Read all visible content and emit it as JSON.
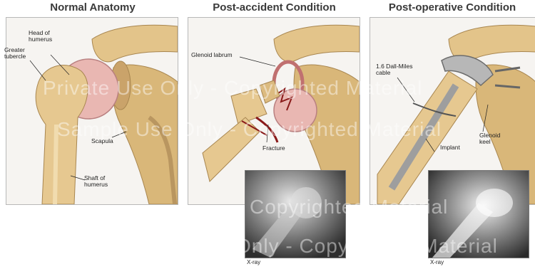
{
  "titles": {
    "normal": "Normal Anatomy",
    "post_accident": "Post-accident Condition",
    "post_operative": "Post-operative Condition"
  },
  "labels": {
    "head_of_humerus": "Head of\nhumerus",
    "greater_tubercle": "Greater\ntubercle",
    "scapula": "Scapula",
    "shaft_of_humerus": "Shaft of\nhumerus",
    "glenoid_labrum": "Glenoid labrum",
    "fracture": "Fracture",
    "dall_miles": "1.6 Dall-Miles\ncable",
    "implant": "Implant",
    "glenoid_keel": "Glenoid\nkeel"
  },
  "xray_captions": [
    "X-ray",
    "X-ray"
  ],
  "watermark_lines": [
    "Private Use Only - Copyrighted Material",
    "Sample Use Only - Copyrighted Material",
    "Copyrighted Material",
    "Only - Copyrighted Material"
  ]
}
